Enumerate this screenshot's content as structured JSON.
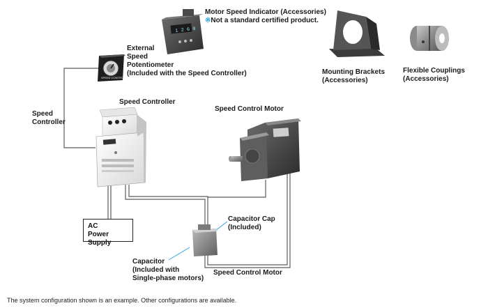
{
  "labels": {
    "motor_speed_indicator": {
      "line1": "Motor Speed Indicator (Accessories)",
      "line2_star": "※",
      "line2": "Not a standard certified product."
    },
    "mounting_brackets": [
      "Mounting Brackets",
      "(Accessories)"
    ],
    "flexible_couplings": [
      "Flexible Couplings",
      "(Accessories)"
    ],
    "external_potentiometer": [
      "External",
      "Speed",
      "Potentiometer",
      "(Included with the Speed Controller)"
    ],
    "speed_controller_top": "Speed Controller",
    "speed_controller_side": [
      "Speed",
      "Controller"
    ],
    "speed_control_motor_top": "Speed Control Motor",
    "capacitor_cap": [
      "Capacitor Cap",
      "(Included)"
    ],
    "capacitor": [
      "Capacitor",
      "(Included with",
      "Single-phase motors)"
    ],
    "speed_control_motor_bottom": "Speed Control Motor"
  },
  "power_box": [
    "AC",
    "Power Supply"
  ],
  "footnote": "The system configuration shown is an example. Other configurations are available.",
  "colors": {
    "line": "#555555",
    "capacitor_callout": "#29a3dc",
    "star": "#29a3dc"
  },
  "icons": {
    "indicator": "digital-speed-indicator-icon",
    "bracket": "mounting-bracket-icon",
    "coupling": "flexible-coupling-icon",
    "potentiometer": "speed-potentiometer-icon",
    "controller": "speed-controller-unit-icon",
    "motor": "gear-motor-icon",
    "capacitor": "capacitor-icon"
  }
}
